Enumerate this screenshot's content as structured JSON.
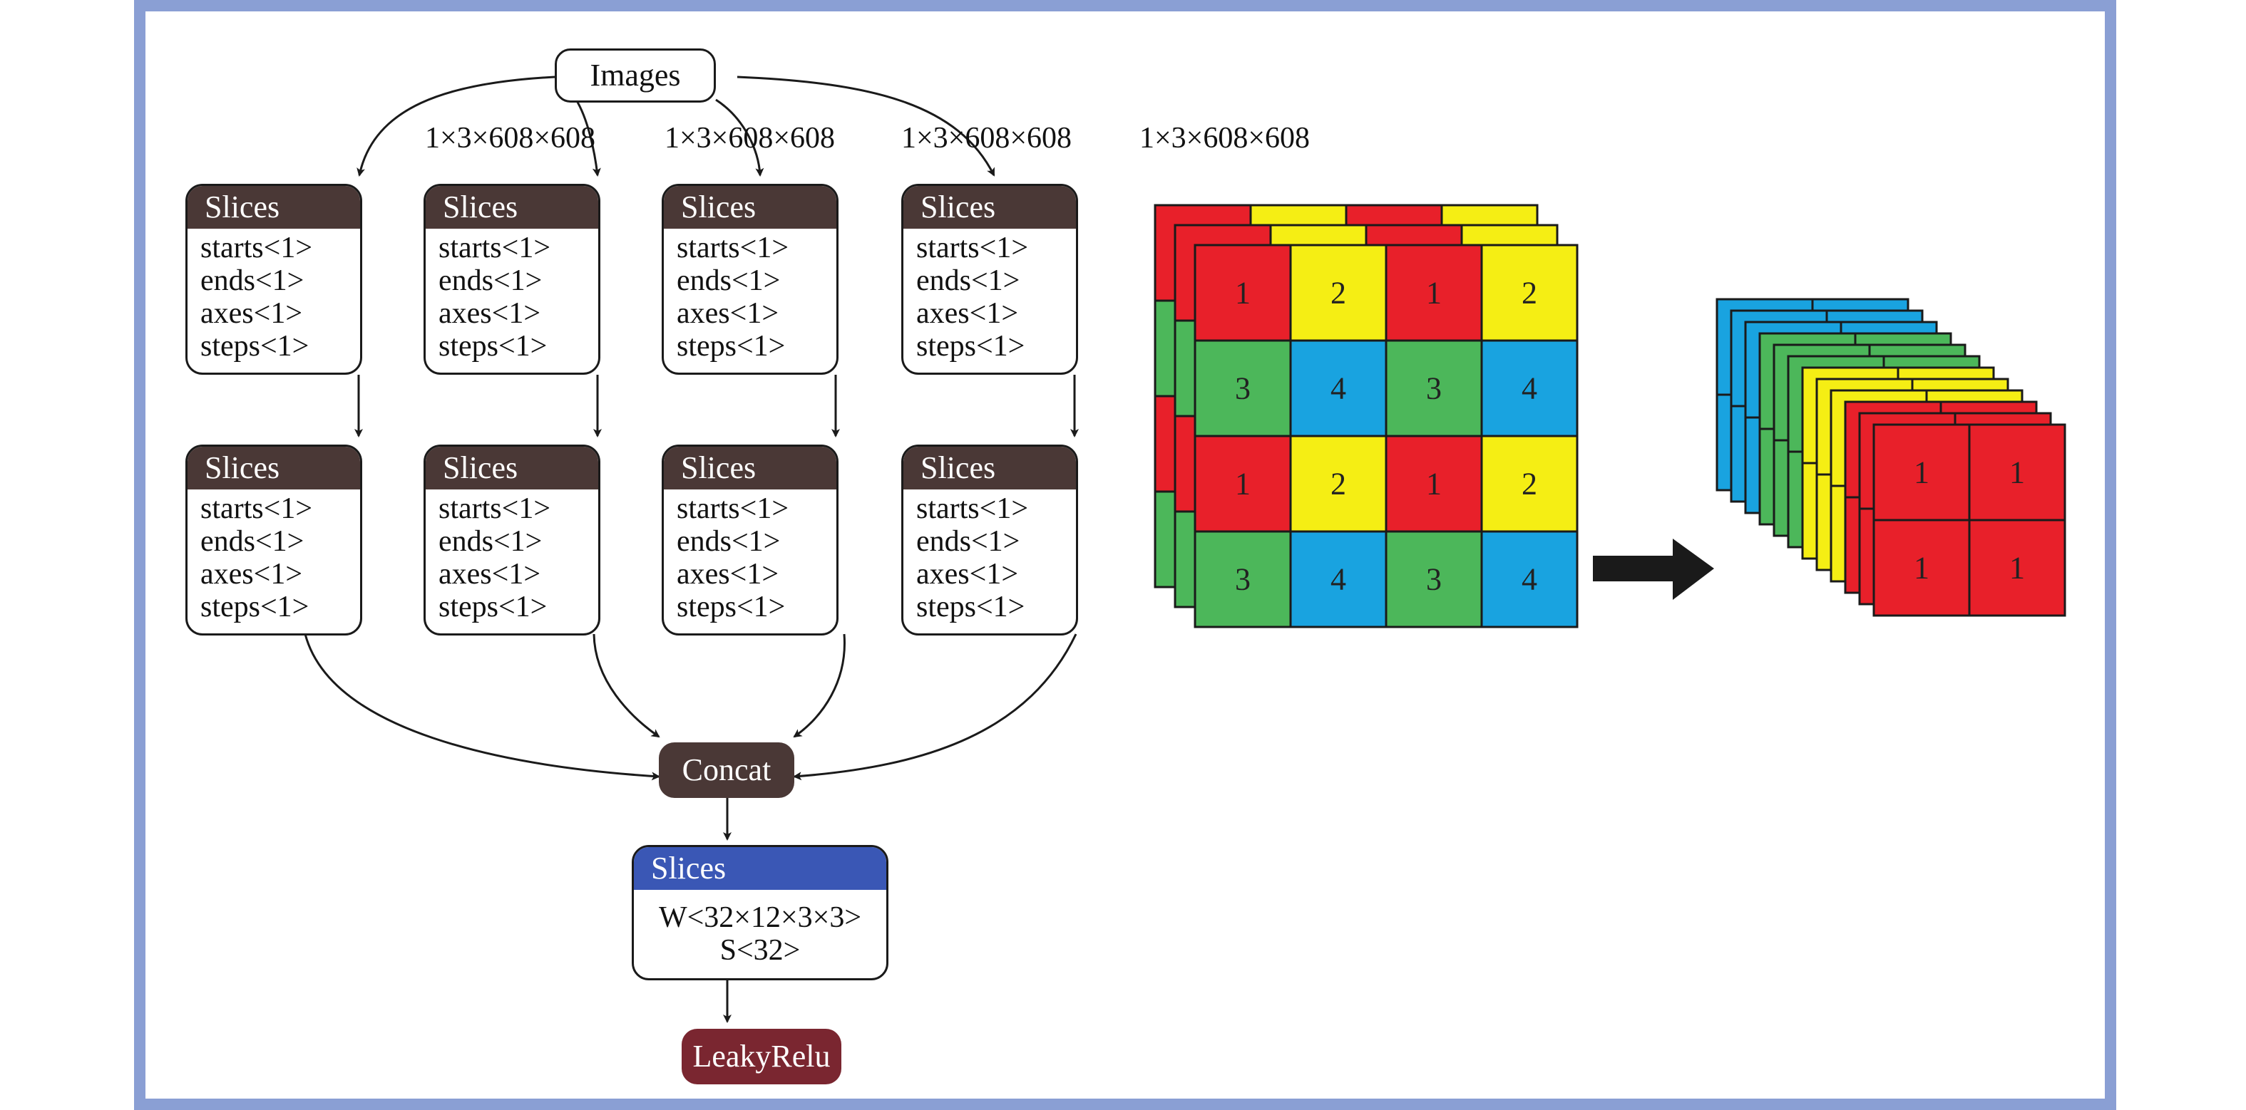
{
  "colors": {
    "frame": "#8a9fd4",
    "dark_header": "#4a3836",
    "blue_header": "#3a57b5",
    "leaky": "#7a2630",
    "red": "#e8202a",
    "yellow": "#f5ee14",
    "green": "#4cb75a",
    "blue": "#19a3e0"
  },
  "input": {
    "label": "Images"
  },
  "edge_labels": [
    "1×3×608×608",
    "1×3×608×608",
    "1×3×608×608",
    "1×3×608×608"
  ],
  "slices_row1": [
    {
      "title": "Slices",
      "lines": [
        "starts<1>",
        "ends<1>",
        "axes<1>",
        "steps<1>"
      ]
    },
    {
      "title": "Slices",
      "lines": [
        "starts<1>",
        "ends<1>",
        "axes<1>",
        "steps<1>"
      ]
    },
    {
      "title": "Slices",
      "lines": [
        "starts<1>",
        "ends<1>",
        "axes<1>",
        "steps<1>"
      ]
    },
    {
      "title": "Slices",
      "lines": [
        "starts<1>",
        "ends<1>",
        "axes<1>",
        "steps<1>"
      ]
    }
  ],
  "slices_row2": [
    {
      "title": "Slices",
      "lines": [
        "starts<1>",
        "ends<1>",
        "axes<1>",
        "steps<1>"
      ]
    },
    {
      "title": "Slices",
      "lines": [
        "starts<1>",
        "ends<1>",
        "axes<1>",
        "steps<1>"
      ]
    },
    {
      "title": "Slices",
      "lines": [
        "starts<1>",
        "ends<1>",
        "axes<1>",
        "steps<1>"
      ]
    },
    {
      "title": "Slices",
      "lines": [
        "starts<1>",
        "ends<1>",
        "axes<1>",
        "steps<1>"
      ]
    }
  ],
  "concat": {
    "label": "Concat"
  },
  "conv": {
    "title": "Slices",
    "lines": [
      "W<32×12×3×3>",
      "S<32>"
    ]
  },
  "activation": {
    "label": "LeakyRelu"
  },
  "grid": {
    "cells": [
      [
        "1",
        "2",
        "1",
        "2"
      ],
      [
        "3",
        "4",
        "3",
        "4"
      ],
      [
        "1",
        "2",
        "1",
        "2"
      ],
      [
        "3",
        "4",
        "3",
        "4"
      ]
    ],
    "cell_colors": [
      [
        "red",
        "yellow",
        "red",
        "yellow"
      ],
      [
        "green",
        "blue",
        "green",
        "blue"
      ],
      [
        "red",
        "yellow",
        "red",
        "yellow"
      ],
      [
        "green",
        "blue",
        "green",
        "blue"
      ]
    ]
  },
  "output_stack": {
    "front_cells": [
      [
        "1",
        "1"
      ],
      [
        "1",
        "1"
      ]
    ],
    "layer_colors": [
      "blue",
      "blue",
      "blue",
      "green",
      "green",
      "green",
      "yellow",
      "yellow",
      "yellow",
      "red",
      "red",
      "red"
    ]
  }
}
